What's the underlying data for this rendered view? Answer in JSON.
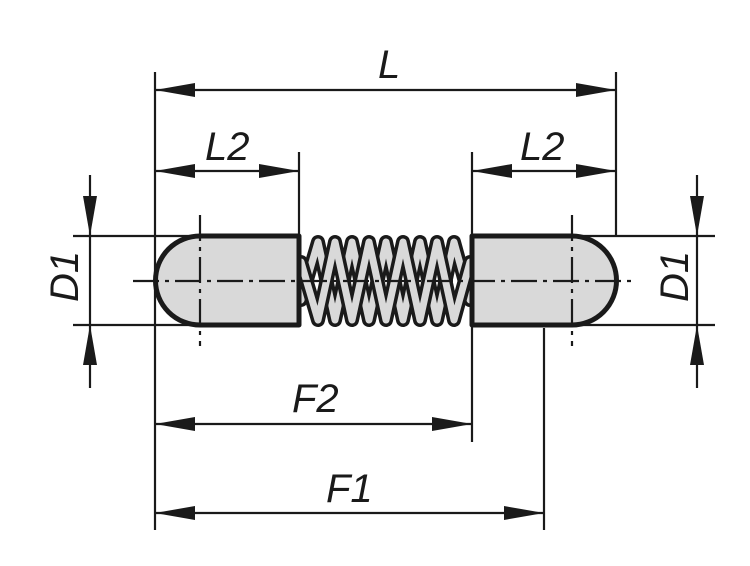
{
  "drawing": {
    "title": "Spring plunger assembly dimension drawing",
    "colors": {
      "line": "#1a1a1a",
      "fill": "#d9d9d9",
      "background": "#ffffff"
    },
    "dimensions": {
      "overall_length": "L",
      "pin_length_left": "L2",
      "pin_length_right": "L2",
      "diameter_left": "D1",
      "diameter_right": "D1",
      "f2": "F2",
      "f1": "F1"
    }
  }
}
